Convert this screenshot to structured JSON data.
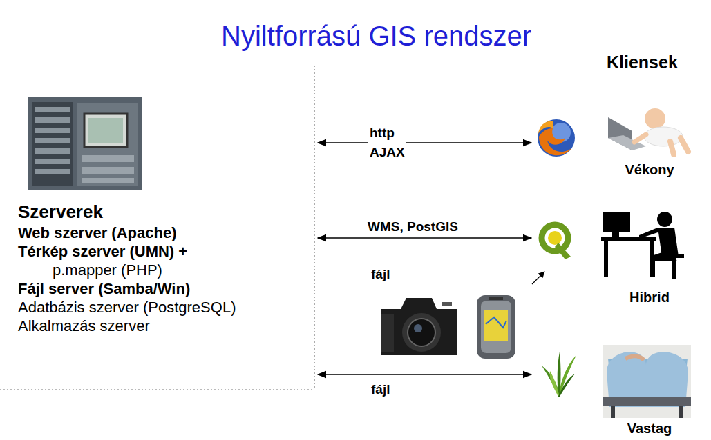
{
  "diagram": {
    "title": "Nyiltforrású GIS rendszer",
    "nodes": [
      {
        "text": [
          "Szerverek",
          "Web szerver (Apache)",
          "Térkép szerver (UMN) +",
          "p.mapper (PHP)",
          "Fájl server (Samba/Win)",
          "Adatbázis szerver (PostgreSQL)",
          "Alkalmazás szerver"
        ]
      },
      {
        "text": [
          "Vékony"
        ]
      },
      {
        "text": [
          "Hibrid"
        ]
      },
      {
        "text": [
          "Vastag"
        ]
      }
    ],
    "edges": [
      {
        "from": 0,
        "to": 1,
        "arrow": "both",
        "label": "http AJAX"
      },
      {
        "from": 0,
        "to": 2,
        "arrow": "both",
        "label": "WMS, PostGIS"
      },
      {
        "from": 0,
        "to": 3,
        "arrow": "both",
        "label": "fájl"
      }
    ],
    "labels": [
      "Kliensek",
      "fájl"
    ]
  }
}
